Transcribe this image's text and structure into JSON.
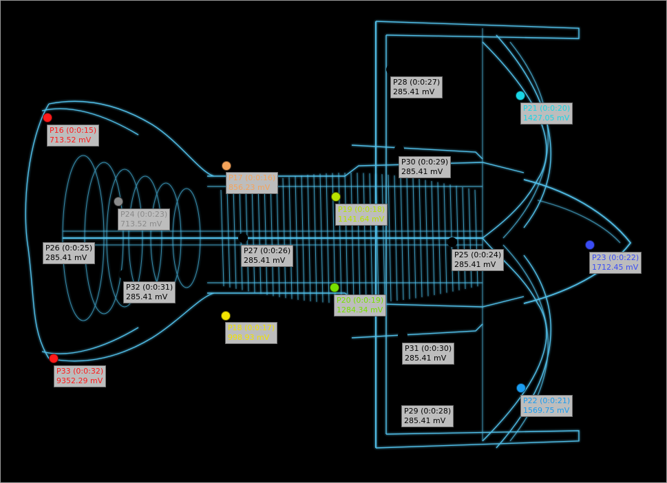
{
  "points": [
    {
      "id": "P16",
      "label": "P16 (0:0:15)",
      "value": "713.52 mV",
      "color": "#ff1a1a"
    },
    {
      "id": "P17",
      "label": "P17 (0:0:16)",
      "value": "856.23 mV",
      "color": "#f5a35a"
    },
    {
      "id": "P18",
      "label": "P18 (0:0:17)",
      "value": "998.93 mV",
      "color": "#f2e300"
    },
    {
      "id": "P19",
      "label": "P19 (0:0:18)",
      "value": "1141.64 mV",
      "color": "#b8e400"
    },
    {
      "id": "P20",
      "label": "P20 (0:0:19)",
      "value": "1284.34 mV",
      "color": "#78e000"
    },
    {
      "id": "P21",
      "label": "P21 (0:0:20)",
      "value": "1427.05 mV",
      "color": "#19d6e6"
    },
    {
      "id": "P22",
      "label": "P22 (0:0:21)",
      "value": "1569.75 mV",
      "color": "#1a9cf0"
    },
    {
      "id": "P23",
      "label": "P23 (0:0:22)",
      "value": "1712.45 mV",
      "color": "#3a4cf5"
    },
    {
      "id": "P24",
      "label": "P24 (0:0:23)",
      "value": "713.52 mV",
      "color": "#8a8a8a"
    },
    {
      "id": "P25",
      "label": "P25 (0:0:24)",
      "value": "285.41 mV",
      "color": "#000000"
    },
    {
      "id": "P26",
      "label": "P26 (0:0:25)",
      "value": "285.41 mV",
      "color": "#000000"
    },
    {
      "id": "P27",
      "label": "P27 (0:0:26)",
      "value": "285.41 mV",
      "color": "#000000"
    },
    {
      "id": "P28",
      "label": "P28 (0:0:27)",
      "value": "285.41 mV",
      "color": "#000000"
    },
    {
      "id": "P29",
      "label": "P29 (0:0:28)",
      "value": "285.41 mV",
      "color": "#000000"
    },
    {
      "id": "P30",
      "label": "P30 (0:0:29)",
      "value": "285.41 mV",
      "color": "#000000"
    },
    {
      "id": "P31",
      "label": "P31 (0:0:30)",
      "value": "285.41 mV",
      "color": "#000000"
    },
    {
      "id": "P32",
      "label": "P32 (0:0:31)",
      "value": "285.41 mV",
      "color": "#000000"
    },
    {
      "id": "P33",
      "label": "P33 (0:0:32)",
      "value": "9352.29 mV",
      "color": "#ff1a1a"
    }
  ]
}
